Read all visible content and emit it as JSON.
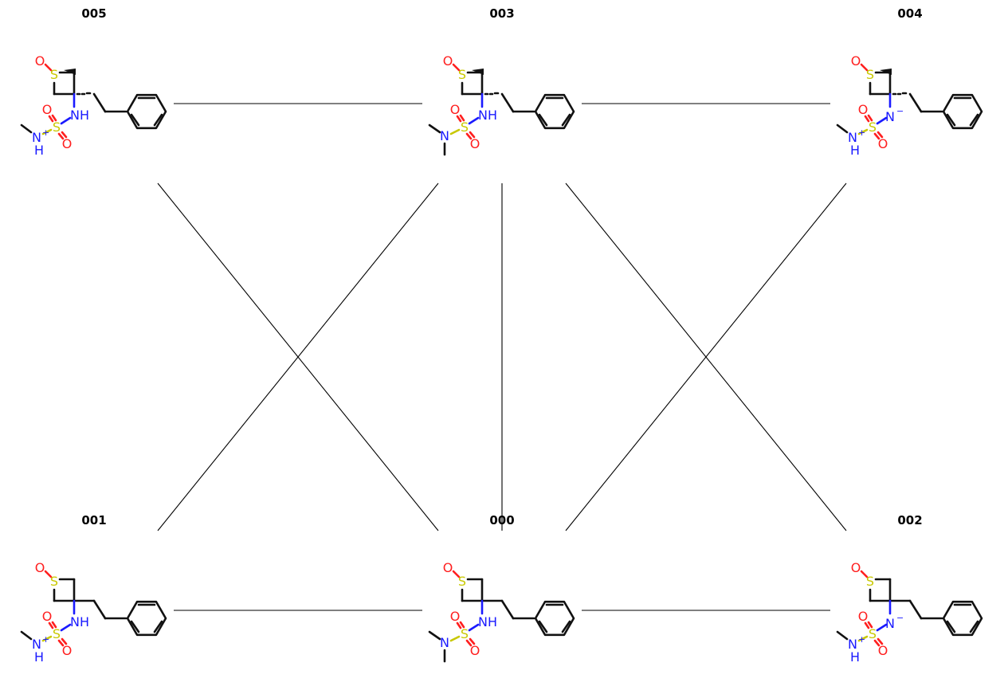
{
  "nodes": [
    {
      "id": "n005",
      "label": "005",
      "stereo": true,
      "n_type": "NH2+",
      "row": 0,
      "col": 0
    },
    {
      "id": "n003",
      "label": "003",
      "stereo": true,
      "n_type": "NMe2",
      "row": 0,
      "col": 1
    },
    {
      "id": "n004",
      "label": "004",
      "stereo": true,
      "n_type": "N-",
      "row": 0,
      "col": 2
    },
    {
      "id": "n001",
      "label": "001",
      "stereo": false,
      "n_type": "NH2+",
      "row": 1,
      "col": 0
    },
    {
      "id": "n000",
      "label": "000",
      "stereo": false,
      "n_type": "NMe2",
      "row": 1,
      "col": 1
    },
    {
      "id": "n002",
      "label": "002",
      "stereo": false,
      "n_type": "N-",
      "row": 1,
      "col": 2
    }
  ],
  "edges": [
    {
      "from": "n005",
      "to": "n003"
    },
    {
      "from": "n003",
      "to": "n004"
    },
    {
      "from": "n001",
      "to": "n000"
    },
    {
      "from": "n000",
      "to": "n002"
    },
    {
      "from": "n005",
      "to": "n000"
    },
    {
      "from": "n003",
      "to": "n001"
    },
    {
      "from": "n003",
      "to": "n000"
    },
    {
      "from": "n003",
      "to": "n002"
    },
    {
      "from": "n004",
      "to": "n000"
    }
  ],
  "atoms": {
    "sulfur": "S",
    "oxygen": "O",
    "nh": "NH",
    "n": "N",
    "h": "H",
    "plus": "+",
    "minus": "−"
  },
  "colors": {
    "sulfur": "#c8c800",
    "oxygen": "#ff1f1f",
    "nitrogen": "#1a1aff",
    "carbon": "#111111"
  }
}
